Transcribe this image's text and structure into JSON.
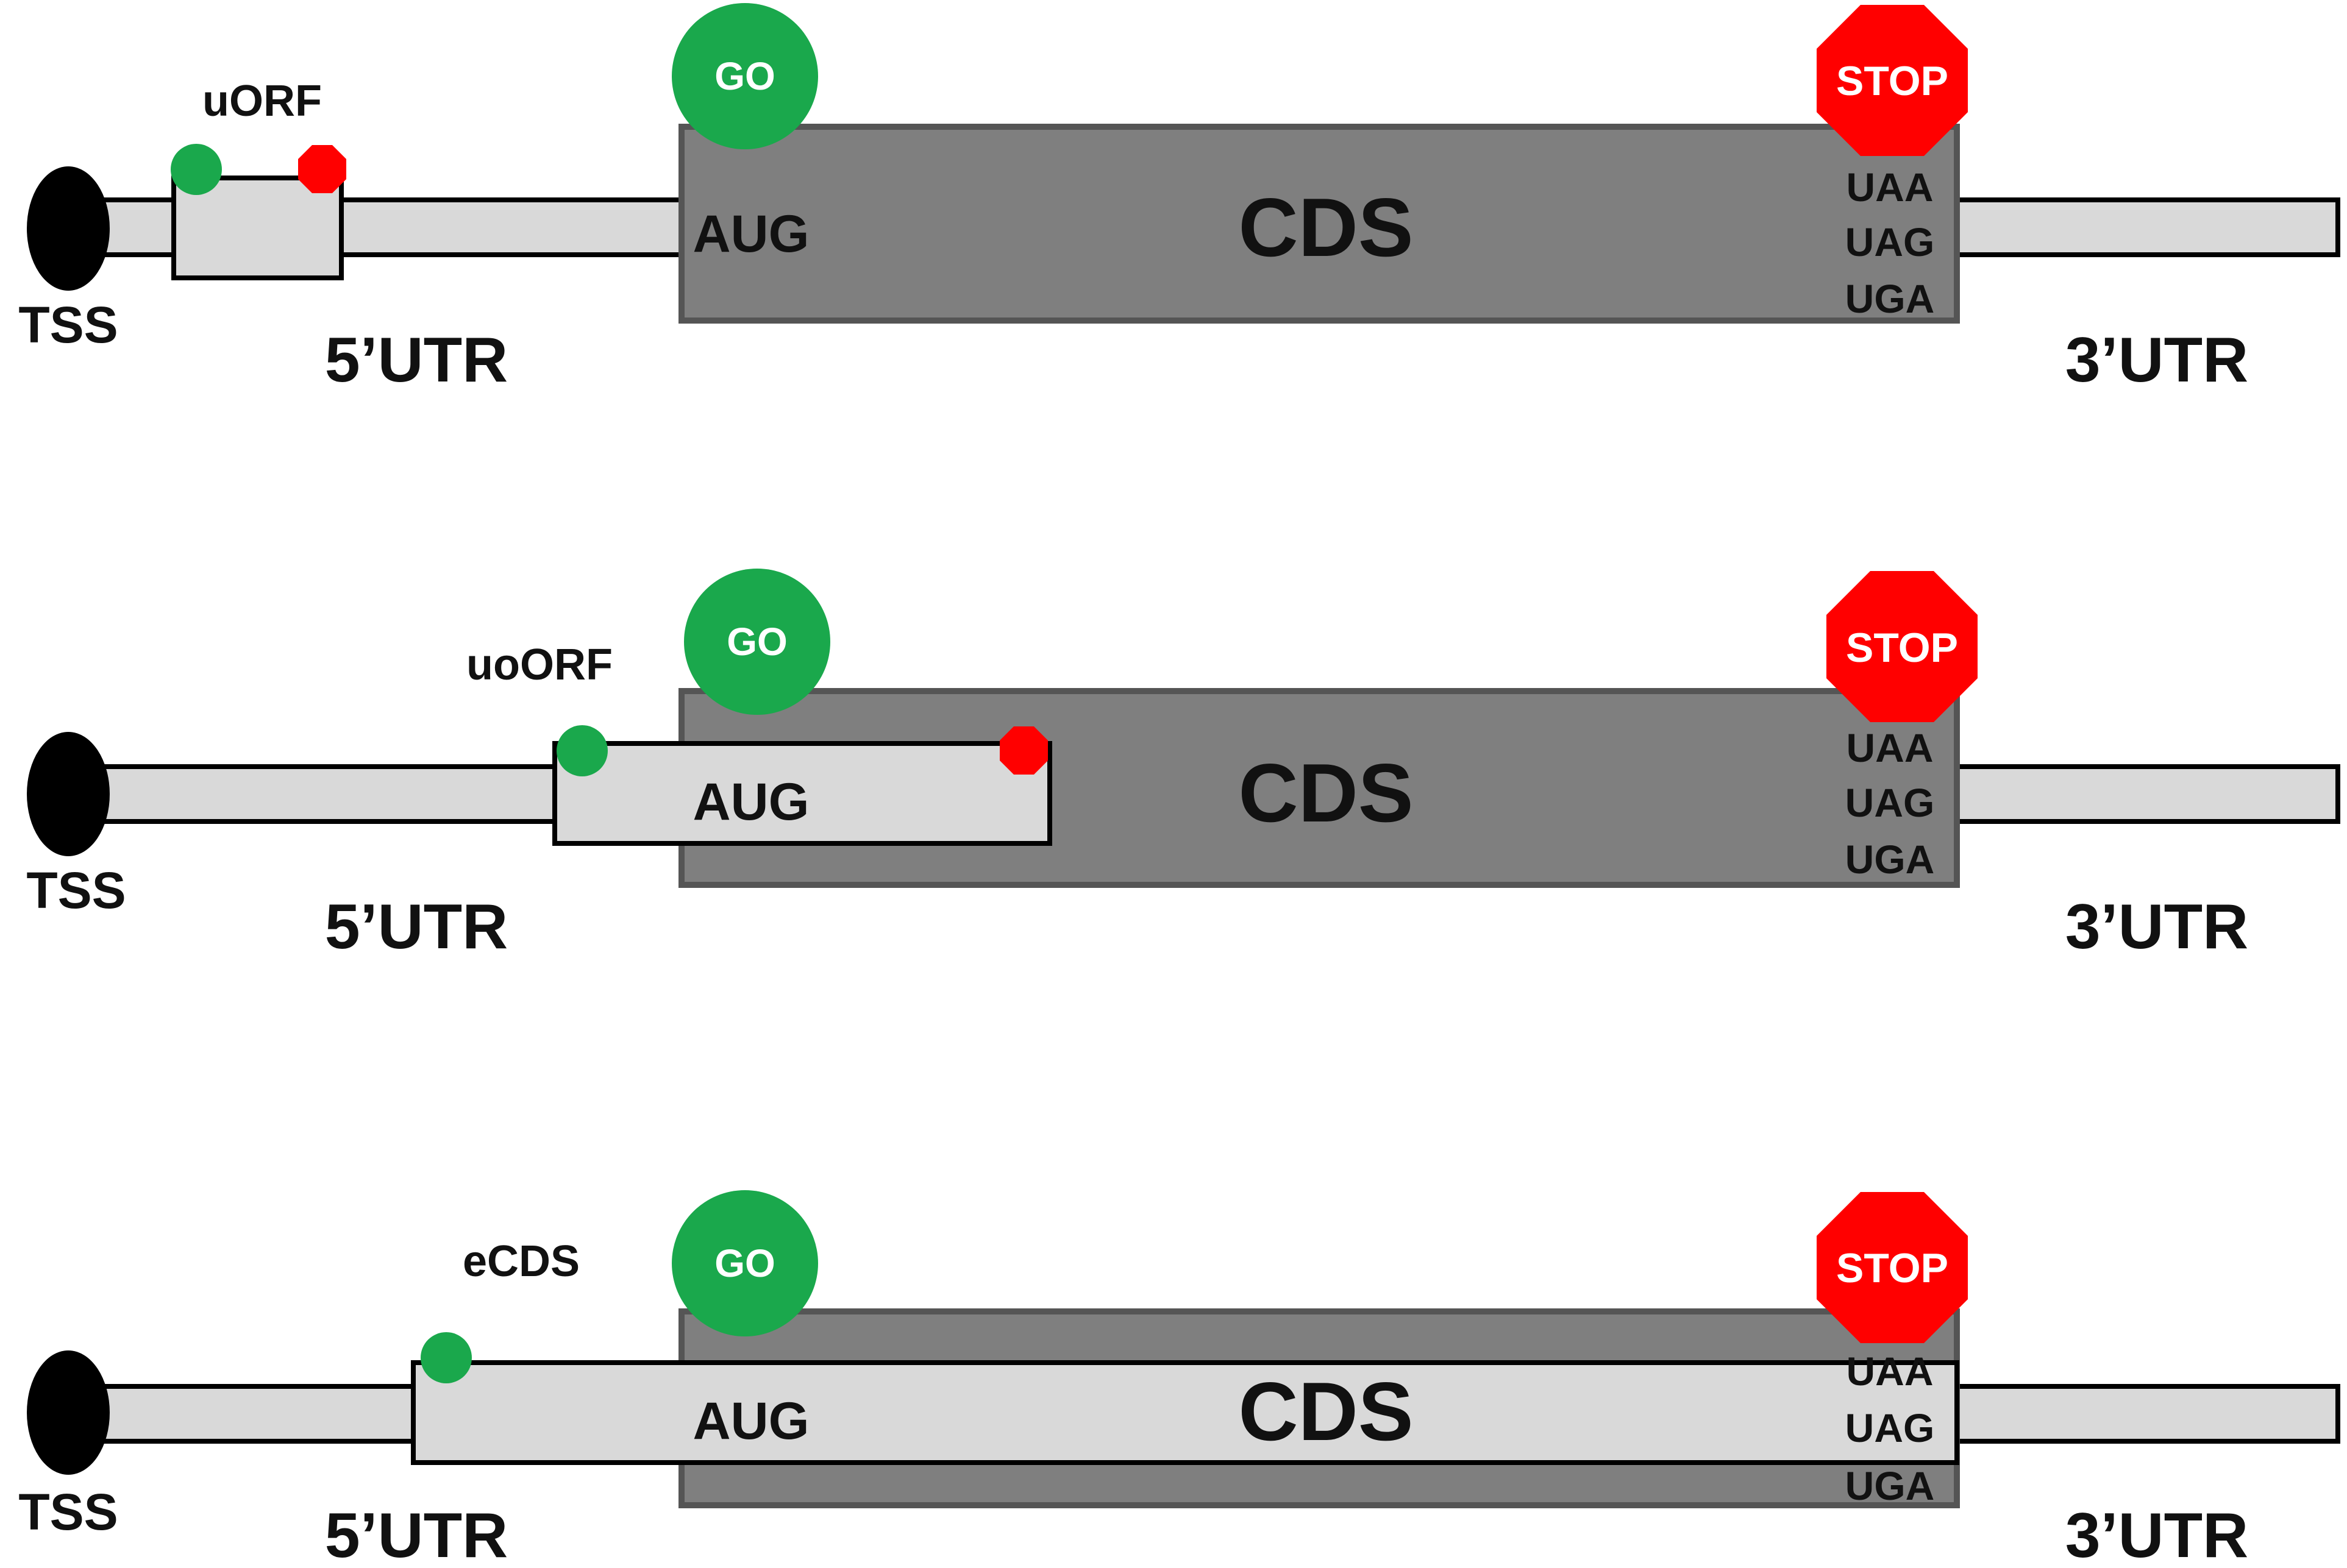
{
  "colors": {
    "cds_fill": "#7f7f7f",
    "utr_fill": "#d9d9d9",
    "outline": "#000000",
    "go_green": "#1aa84c",
    "stop_red": "#ff0000",
    "cap_black": "#000000"
  },
  "icons": {
    "start": "green-circle-icon",
    "stop": "red-octagon-icon",
    "cap": "black-oval-icon"
  },
  "panels": [
    {
      "orf_label": "uORF",
      "tss_label": "TSS",
      "utr5_label": "5’UTR",
      "utr3_label": "3’UTR",
      "cds_label": "CDS",
      "start_codon": "AUG",
      "go_label": "GO",
      "stop_label": "STOP",
      "stop_codons": [
        "UAA",
        "UAG",
        "UGA"
      ]
    },
    {
      "orf_label": "uoORF",
      "tss_label": "TSS",
      "utr5_label": "5’UTR",
      "utr3_label": "3’UTR",
      "cds_label": "CDS",
      "start_codon": "AUG",
      "go_label": "GO",
      "stop_label": "STOP",
      "stop_codons": [
        "UAA",
        "UAG",
        "UGA"
      ]
    },
    {
      "orf_label": "eCDS",
      "tss_label": "TSS",
      "utr5_label": "5’UTR",
      "utr3_label": "3’UTR",
      "cds_label": "CDS",
      "start_codon": "AUG",
      "go_label": "GO",
      "stop_label": "STOP",
      "stop_codons": [
        "UAA",
        "UAG",
        "UGA"
      ]
    }
  ]
}
